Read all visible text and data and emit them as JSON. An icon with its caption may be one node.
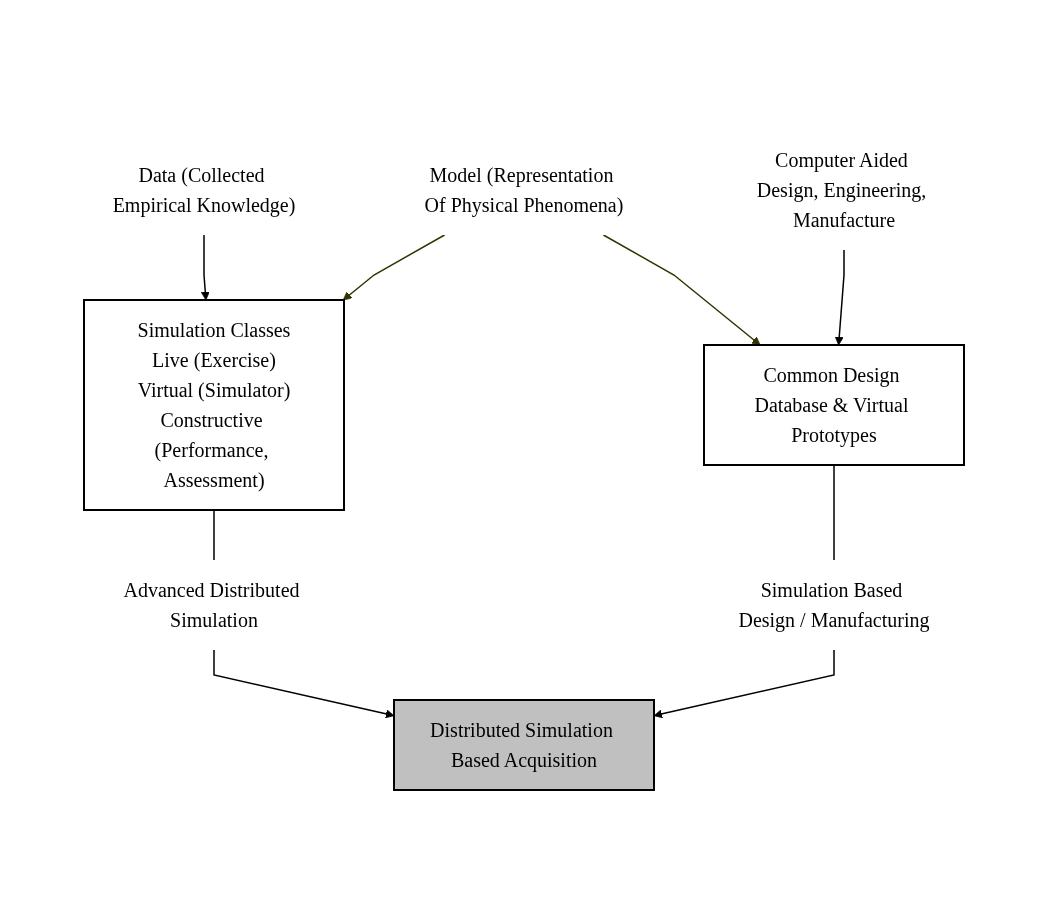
{
  "diagram": {
    "nodes": [
      {
        "text": [
          "Data (Collected Empirical Knowledge)"
        ]
      },
      {
        "text": [
          "Model (Representation Of Physical Phenomena)"
        ]
      },
      {
        "text": [
          "Computer Aided Design, Engineering, Manufacture"
        ]
      },
      {
        "text": [
          "Simulation Classes",
          "Live (Exercise)",
          "Virtual (Simulator)",
          "Constructive (Performance, Assessment)"
        ]
      },
      {
        "text": [
          "Common Design Database & Virtual Prototypes"
        ]
      },
      {
        "text": [
          "Advanced Distributed Simulation"
        ]
      },
      {
        "text": [
          "Simulation Based Design / Manufacturing"
        ]
      },
      {
        "text": [
          "Distributed Simulation Based Acquisition"
        ]
      }
    ],
    "edges": [
      {
        "from": 0,
        "to": 3,
        "arrow": "to"
      },
      {
        "from": 1,
        "to": 3,
        "arrow": "to",
        "color": "#333300"
      },
      {
        "from": 1,
        "to": 4,
        "arrow": "to",
        "color": "#333300"
      },
      {
        "from": 2,
        "to": 4,
        "arrow": "to"
      },
      {
        "from": 3,
        "to": 5,
        "arrow": "none"
      },
      {
        "from": 4,
        "to": 6,
        "arrow": "none"
      },
      {
        "from": 5,
        "to": 7,
        "arrow": "to"
      },
      {
        "from": 6,
        "to": 7,
        "arrow": "to"
      }
    ]
  }
}
